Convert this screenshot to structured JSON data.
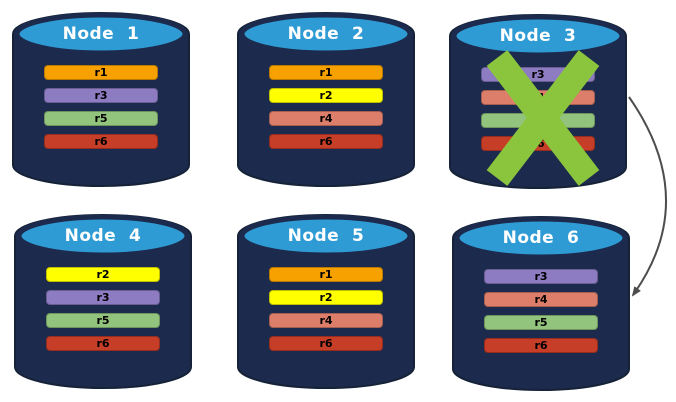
{
  "colors": {
    "background": "#FFFFFF",
    "cylinder_body": "#1C2B4D",
    "cylinder_outline": "#152238",
    "top_ellipse": "#2F9BD4",
    "fail_x": "#8BC53D",
    "arrow": "#4D4D4D"
  },
  "nodes": [
    {
      "label": "Node  1",
      "failed": false,
      "replicas": [
        {
          "id": "r1",
          "color": "#F7A101"
        },
        {
          "id": "r3",
          "color": "#8E7CC3"
        },
        {
          "id": "r5",
          "color": "#93C47D"
        },
        {
          "id": "r6",
          "color": "#C63D28"
        }
      ]
    },
    {
      "label": "Node  2",
      "failed": false,
      "replicas": [
        {
          "id": "r1",
          "color": "#F7A101"
        },
        {
          "id": "r2",
          "color": "#FFFF00"
        },
        {
          "id": "r4",
          "color": "#DD7E6B"
        },
        {
          "id": "r6",
          "color": "#C63D28"
        }
      ]
    },
    {
      "label": "Node  3",
      "failed": true,
      "replicas": [
        {
          "id": "r3",
          "color": "#8E7CC3"
        },
        {
          "id": "r4",
          "color": "#DD7E6B"
        },
        {
          "id": "r5",
          "color": "#93C47D"
        },
        {
          "id": "r6",
          "color": "#C63D28"
        }
      ]
    },
    {
      "label": "Node  4",
      "failed": false,
      "replicas": [
        {
          "id": "r2",
          "color": "#FFFF00"
        },
        {
          "id": "r3",
          "color": "#8E7CC3"
        },
        {
          "id": "r5",
          "color": "#93C47D"
        },
        {
          "id": "r6",
          "color": "#C63D28"
        }
      ]
    },
    {
      "label": "Node  5",
      "failed": false,
      "replicas": [
        {
          "id": "r1",
          "color": "#F7A101"
        },
        {
          "id": "r2",
          "color": "#FFFF00"
        },
        {
          "id": "r4",
          "color": "#DD7E6B"
        },
        {
          "id": "r6",
          "color": "#C63D28"
        }
      ]
    },
    {
      "label": "Node  6",
      "failed": false,
      "replicas": [
        {
          "id": "r3",
          "color": "#8E7CC3"
        },
        {
          "id": "r4",
          "color": "#DD7E6B"
        },
        {
          "id": "r5",
          "color": "#93C47D"
        },
        {
          "id": "r6",
          "color": "#C63D28"
        }
      ]
    }
  ],
  "annotations": {
    "failed_node": "Node 3",
    "arrow_from": "Node 3",
    "arrow_to": "Node 6"
  }
}
